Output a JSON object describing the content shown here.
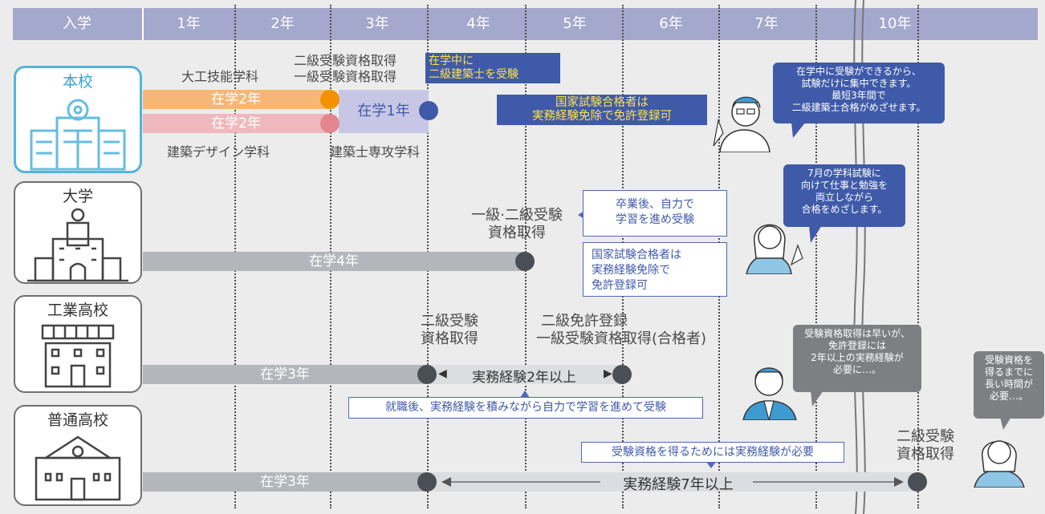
{
  "header": [
    "入学",
    "1年",
    "2年",
    "3年",
    "4年",
    "5年",
    "6年",
    "7年",
    "10年"
  ],
  "schools": {
    "main": {
      "name": "本校",
      "course_a": "大工技能学科",
      "course_b": "建築デザイン学科",
      "course_c": "建築士専攻学科",
      "bar_a": "在学2年",
      "bar_b": "在学2年",
      "bar_c": "在学1年",
      "qual_line1": "二級受験資格取得",
      "qual_line2": "一級受験資格取得",
      "note1": [
        "在学中に",
        "二級建築士を受験"
      ],
      "note2": [
        "国家試験合格者は",
        "実務経験免除で免許登録可"
      ],
      "bubble": [
        "在学中に受験ができるから、",
        "試験だけに集中できます。",
        "最短3年間で",
        "二級建築士合格がめざせます。"
      ]
    },
    "univ": {
      "name": "大学",
      "bar": "在学4年",
      "qual": [
        "一級·二級受験",
        "資格取得"
      ],
      "box1": [
        "卒業後、自力で",
        "学習を進め受験"
      ],
      "box2": [
        "国家試験合格者は",
        "実務経験免除で",
        "免許登録可"
      ],
      "bubble": [
        "7月の学科試験に",
        "向けて仕事と勉強を",
        "両立しながら",
        "合格をめざします。"
      ]
    },
    "tech": {
      "name": "工業高校",
      "bar": "在学3年",
      "qual": [
        "二級受験",
        "資格取得"
      ],
      "reg": [
        "二級免許登録",
        "一級受験資格取得(合格者)"
      ],
      "exp": "実務経験2年以上",
      "box": "就職後、実務経験を積みながら自力で学習を進めて受験",
      "bubble": [
        "受験資格取得は早いが、",
        "免許登録には",
        "2年以上の実務経験が",
        "必要に…。"
      ]
    },
    "high": {
      "name": "普通高校",
      "bar": "在学3年",
      "exp": "実務経験7年以上",
      "box": "受験資格を得るためには実務経験が必要",
      "qual": [
        "二級受験",
        "資格取得"
      ],
      "bubble": [
        "受験資格を",
        "得るまでに",
        "長い時間が",
        "必要…。"
      ]
    }
  },
  "colors": {
    "header": "#a4a8cc",
    "orange": "#f6a11a",
    "pink": "#e9a3a8",
    "lavender": "#c3c3e3",
    "blue": "#3f5aa9",
    "gray_bar": "#b6babe",
    "dark_dot": "#4a4f55"
  }
}
